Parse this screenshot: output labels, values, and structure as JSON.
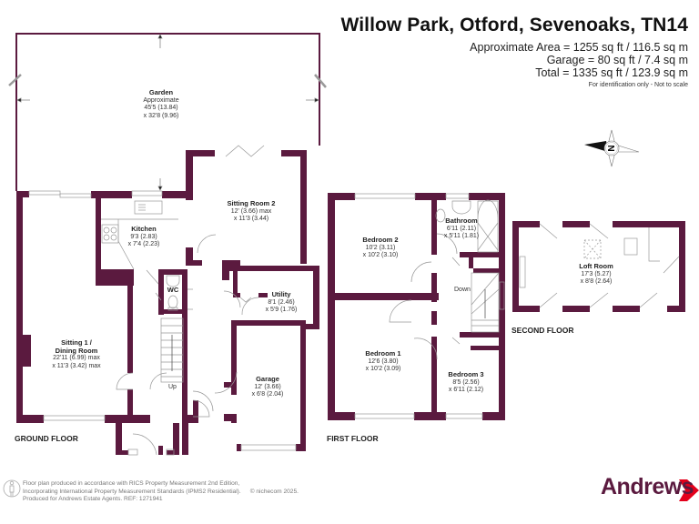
{
  "header": {
    "title": "Willow Park, Otford, Sevenoaks, TN14",
    "area_lines": [
      "Approximate Area = 1255 sq ft / 116.5 sq m",
      "Garage = 80 sq ft / 7.4 sq m",
      "Total = 1335 sq ft / 123.9 sq m"
    ],
    "disclaimer": "For identification only - Not to scale"
  },
  "compass": {
    "label": "N",
    "icon": "compass-rose-icon"
  },
  "colors": {
    "wall": "#5b1a3f",
    "line": "#8a8a8a",
    "brand": "#5b1a3f",
    "brand_arrow": "#e3001b"
  },
  "floors": {
    "ground": {
      "label": "GROUND FLOOR",
      "rooms": {
        "garden": {
          "name": "Garden",
          "lines": [
            "Approximate",
            "45'5 (13.84)",
            "x 32'8 (9.96)"
          ]
        },
        "sitting_room_2": {
          "name": "Sitting Room 2",
          "lines": [
            "12' (3.66) max",
            "x 11'3 (3.44)"
          ]
        },
        "kitchen": {
          "name": "Kitchen",
          "lines": [
            "9'3 (2.83)",
            "x 7'4 (2.23)"
          ]
        },
        "wc": {
          "name": "WC",
          "lines": []
        },
        "utility": {
          "name": "Utility",
          "lines": [
            "8'1 (2.46)",
            "x 5'9 (1.76)"
          ]
        },
        "sitting_dining": {
          "name": "Sitting 1 / Dining Room",
          "name_lines": [
            "Sitting 1 /",
            "Dining Room"
          ],
          "lines": [
            "22'11 (6.99) max",
            "x 11'3 (3.42) max"
          ]
        },
        "garage": {
          "name": "Garage",
          "lines": [
            "12' (3.66)",
            "x 6'8 (2.04)"
          ]
        }
      },
      "stairs_label": "Up"
    },
    "first": {
      "label": "FIRST FLOOR",
      "rooms": {
        "bedroom_2": {
          "name": "Bedroom 2",
          "lines": [
            "10'2 (3.11)",
            "x 10'2 (3.10)"
          ]
        },
        "bathroom": {
          "name": "Bathroom",
          "lines": [
            "6'11 (2.11)",
            "x 5'11 (1.81)"
          ]
        },
        "bedroom_1": {
          "name": "Bedroom 1",
          "lines": [
            "12'6 (3.80)",
            "x 10'2 (3.09)"
          ]
        },
        "bedroom_3": {
          "name": "Bedroom 3",
          "lines": [
            "8'5 (2.56)",
            "x 6'11 (2.12)"
          ]
        }
      },
      "stairs_label": "Down"
    },
    "second": {
      "label": "SECOND FLOOR",
      "rooms": {
        "loft_room": {
          "name": "Loft Room",
          "lines": [
            "17'3 (5.27)",
            "x 8'8 (2.64)"
          ]
        }
      }
    }
  },
  "footer": {
    "lines": [
      "Floor plan produced in accordance with RICS Property Measurement 2nd Edition,",
      "Incorporating International Property Measurement Standards (IPMS2 Residential).",
      "Produced for Andrews Estate Agents.   REF: 1271941"
    ],
    "copyright": "© nichecom 2025.",
    "icon": "person-icon"
  },
  "brand": {
    "name": "Andrews",
    "icon": "chevron-right-icon"
  }
}
